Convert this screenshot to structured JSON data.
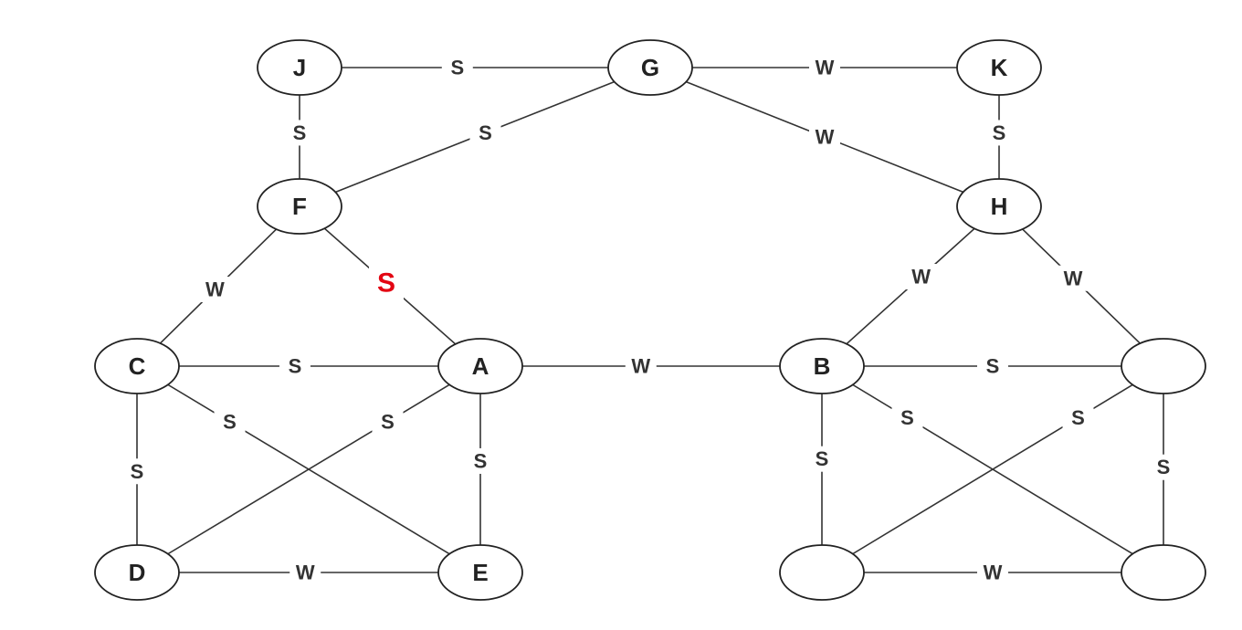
{
  "colors": {
    "stroke": "#333333",
    "node_border": "#222222",
    "highlight": "#e30613",
    "background": "#ffffff"
  },
  "nodes": [
    {
      "id": "J",
      "label": "J"
    },
    {
      "id": "G",
      "label": "G"
    },
    {
      "id": "K",
      "label": "K"
    },
    {
      "id": "F",
      "label": "F"
    },
    {
      "id": "H",
      "label": "H"
    },
    {
      "id": "C",
      "label": "C"
    },
    {
      "id": "A",
      "label": "A"
    },
    {
      "id": "B",
      "label": "B"
    },
    {
      "id": "R1",
      "label": ""
    },
    {
      "id": "D",
      "label": "D"
    },
    {
      "id": "E",
      "label": "E"
    },
    {
      "id": "R2",
      "label": ""
    },
    {
      "id": "R3",
      "label": ""
    }
  ],
  "edges": [
    {
      "from": "J",
      "to": "G",
      "label": "S"
    },
    {
      "from": "G",
      "to": "K",
      "label": "W"
    },
    {
      "from": "J",
      "to": "F",
      "label": "S"
    },
    {
      "from": "G",
      "to": "F",
      "label": "S"
    },
    {
      "from": "G",
      "to": "H",
      "label": "W"
    },
    {
      "from": "K",
      "to": "H",
      "label": "S"
    },
    {
      "from": "F",
      "to": "C",
      "label": "W"
    },
    {
      "from": "F",
      "to": "A",
      "label": "S",
      "highlight": true
    },
    {
      "from": "H",
      "to": "B",
      "label": "W"
    },
    {
      "from": "H",
      "to": "R1",
      "label": "W"
    },
    {
      "from": "C",
      "to": "A",
      "label": "S"
    },
    {
      "from": "A",
      "to": "B",
      "label": "W"
    },
    {
      "from": "B",
      "to": "R1",
      "label": "S"
    },
    {
      "from": "C",
      "to": "D",
      "label": "S"
    },
    {
      "from": "C",
      "to": "E",
      "label": "S"
    },
    {
      "from": "A",
      "to": "D",
      "label": "S"
    },
    {
      "from": "A",
      "to": "E",
      "label": "S"
    },
    {
      "from": "D",
      "to": "E",
      "label": "W"
    },
    {
      "from": "B",
      "to": "R2",
      "label": "S"
    },
    {
      "from": "B",
      "to": "R3",
      "label": "S"
    },
    {
      "from": "R1",
      "to": "R2",
      "label": "S"
    },
    {
      "from": "R1",
      "to": "R3",
      "label": "S"
    },
    {
      "from": "R2",
      "to": "R3",
      "label": "W"
    }
  ]
}
